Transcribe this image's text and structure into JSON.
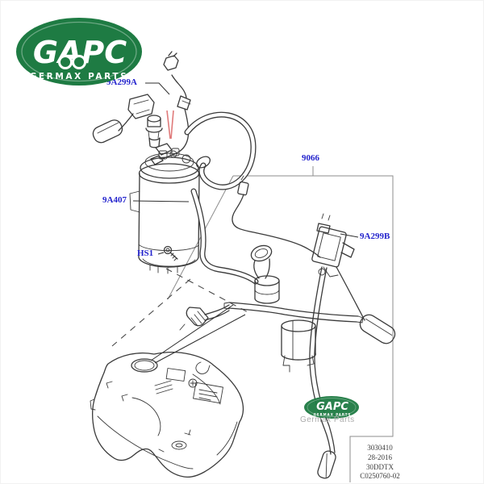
{
  "brand": {
    "name": "GAPC",
    "subtitle": "GERMAX PARTS",
    "watermark_text": "Germax Parts"
  },
  "labels": {
    "harness_a": "9A299A",
    "pump_module": "9A407",
    "screw": "HS1",
    "sender_kit": "9066",
    "sender_b": "9A299B"
  },
  "footnote": {
    "lines": [
      "3030410",
      "28-2016",
      "30DDTX",
      "C0250760-02"
    ]
  },
  "colors": {
    "label": "#2424cd",
    "logo_green": "#1e7b43",
    "pointer_red": "#e07b7b",
    "line": "#3a3a3a"
  }
}
